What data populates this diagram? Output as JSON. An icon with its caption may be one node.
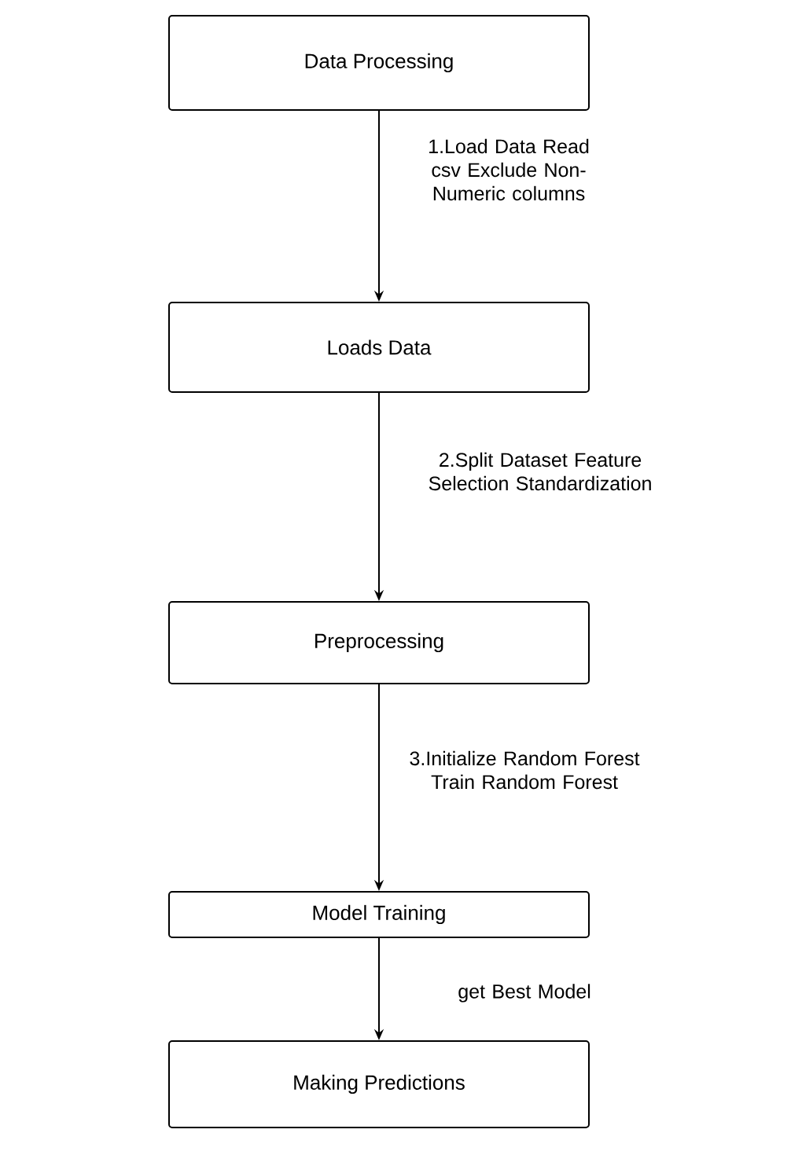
{
  "diagram": {
    "nodes": [
      {
        "text": [
          "Data Processing"
        ]
      },
      {
        "text": [
          "Loads Data"
        ]
      },
      {
        "text": [
          "Preprocessing"
        ]
      },
      {
        "text": [
          "Model Training"
        ]
      },
      {
        "text": [
          "Making Predictions"
        ]
      }
    ],
    "edges": [
      {
        "from": 0,
        "to": 1,
        "arrow": "to",
        "label": "1.Load Data Read csv Exclude Non-Numeric columns"
      },
      {
        "from": 1,
        "to": 2,
        "arrow": "to",
        "label": "2.Split Dataset Feature Selection Standardization"
      },
      {
        "from": 2,
        "to": 3,
        "arrow": "to",
        "label": "3.Initialize Random Forest Train Random Forest"
      },
      {
        "from": 3,
        "to": 4,
        "arrow": "to",
        "label": "get Best Model"
      }
    ]
  }
}
